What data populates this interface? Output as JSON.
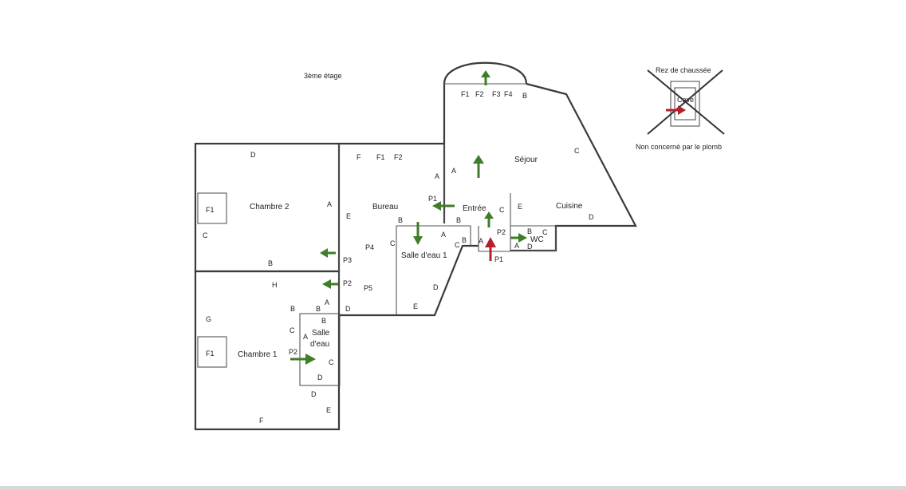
{
  "floor_title": "3ème étage",
  "ground_floor": {
    "title": "Rez de chaussée",
    "note": "Non concerné par le plomb",
    "small_label": "Cave"
  },
  "rooms": {
    "chambre2": "Chambre 2",
    "chambre1": "Chambre 1",
    "bureau": "Bureau",
    "sejour": "Séjour",
    "entree": "Entrée",
    "cuisine": "Cuisine",
    "salle_eau1": "Salle d'eau 1",
    "salle_eau_line1": "Salle",
    "salle_eau_line2": "d'eau",
    "wc": "WC"
  },
  "labels": {
    "c2_D": "D",
    "c2_F1": "F1",
    "c2_C": "C",
    "c2_A": "A",
    "c2_B": "B",
    "bur_F": "F",
    "bur_F1": "F1",
    "bur_F2": "F2",
    "bur_A": "A",
    "bur_E": "E",
    "bur_B": "B",
    "bur_P1": "P1",
    "sej_F1": "F1",
    "sej_F2": "F2",
    "sej_F3": "F3",
    "sej_F4": "F4",
    "sej_B": "B",
    "sej_A": "A",
    "sej_C": "C",
    "ent_C": "C",
    "ent_B": "B",
    "ent_A": "A",
    "ent_P1": "P1",
    "cui_E": "E",
    "cui_D": "D",
    "wc_P2": "P2",
    "wc_B": "B",
    "wc_C": "C",
    "wc_A": "A",
    "wc_D": "D",
    "se1_A": "A",
    "se1_B": "B",
    "se1_C": "C",
    "se1_D": "D",
    "se1_E": "E",
    "p3": "P3",
    "p4": "P4",
    "p2": "P2",
    "p5": "P5",
    "hall_C": "C",
    "hall_A": "A",
    "hall_B": "B",
    "hall_D": "D",
    "c1_H": "H",
    "c1_G": "G",
    "c1_F1": "F1",
    "c1_F": "F",
    "c1_D": "D",
    "c1_E": "E",
    "c1_B": "B",
    "se_B": "B",
    "se_C": "C",
    "se_A": "A",
    "se_C2": "C",
    "se_D": "D",
    "se_P2": "P2"
  }
}
